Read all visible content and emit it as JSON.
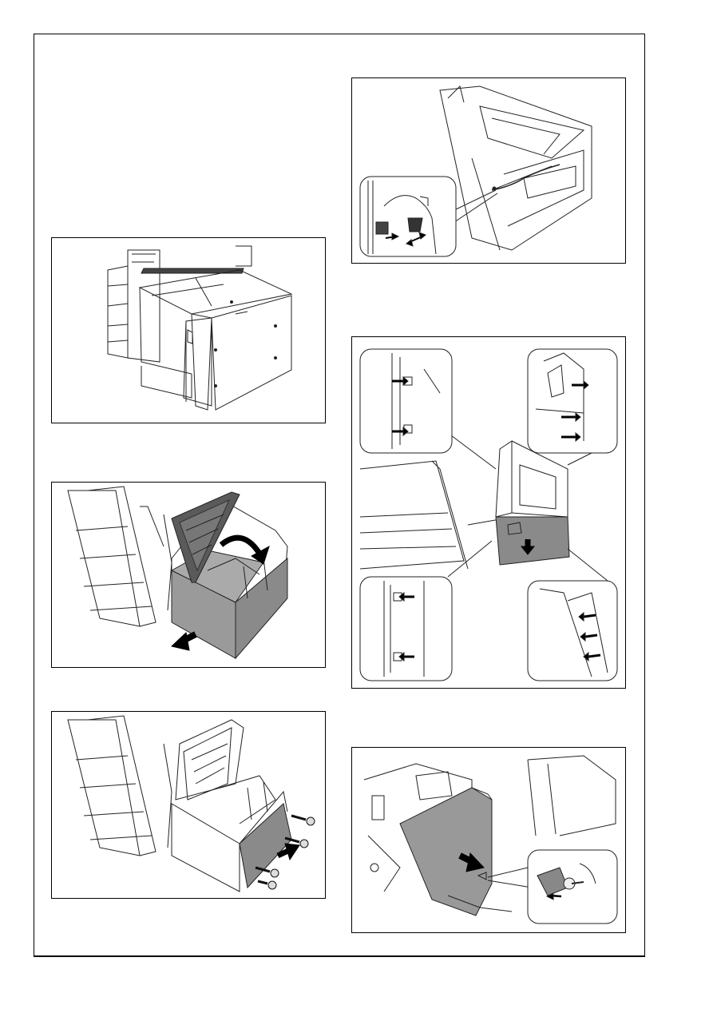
{
  "page": {
    "figures": [
      {
        "id": "fig1",
        "icon": "lcc-attached-to-printer-illustration"
      },
      {
        "id": "fig2",
        "icon": "open-top-cover-illustration"
      },
      {
        "id": "fig3",
        "icon": "remove-screws-illustration"
      },
      {
        "id": "fig4",
        "icon": "disconnect-connectors-illustration"
      },
      {
        "id": "fig5",
        "icon": "detach-unit-illustration"
      },
      {
        "id": "fig6",
        "icon": "remove-rear-cover-illustration"
      }
    ],
    "colors": {
      "line": "#222222",
      "cover_fill": "#9a9a9a",
      "cover_dark": "#6e6e6e",
      "arrow": "#000000"
    }
  }
}
